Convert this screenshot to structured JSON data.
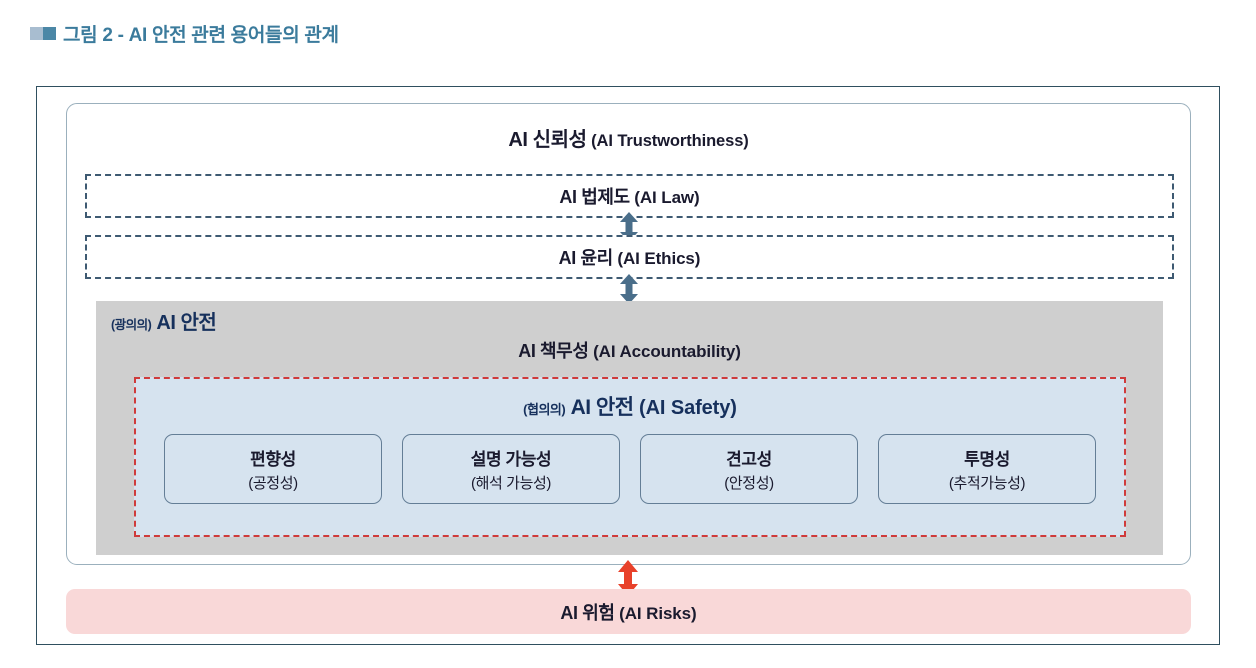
{
  "caption": {
    "marker_light_color": "#a8bdd0",
    "marker_dark_color": "#4b87a6",
    "text": "그림 2 - AI 안전 관련 용어들의 관계",
    "text_color": "#3b7b9c"
  },
  "diagram": {
    "trustworthiness": {
      "ko": "AI 신뢰성",
      "en": "(AI Trustworthiness)"
    },
    "law": {
      "ko": "AI 법제도",
      "en": "(AI Law)"
    },
    "ethics": {
      "ko": "AI 윤리",
      "en": "(AI Ethics)"
    },
    "broad_safety": {
      "qualifier": "(광의의)",
      "ko": "AI 안전",
      "fill_color": "#cfcfcf"
    },
    "accountability": {
      "ko": "AI 책무성",
      "en": "(AI Accountability)"
    },
    "narrow_safety": {
      "qualifier": "(협의의)",
      "ko": "AI 안전",
      "en": "(AI Safety)",
      "fill_color": "#d6e3ef",
      "border_color": "#cf3b3b"
    },
    "attributes": [
      {
        "main": "편향성",
        "sub": "(공정성)"
      },
      {
        "main": "설명 가능성",
        "sub": "(해석 가능성)"
      },
      {
        "main": "견고성",
        "sub": "(안정성)"
      },
      {
        "main": "투명성",
        "sub": "(추적가능성)"
      }
    ],
    "risks": {
      "ko": "AI 위험",
      "en": "(AI Risks)",
      "fill_color": "#f9d8d8"
    },
    "arrows": {
      "blue_color": "#4a6e8a",
      "red_color": "#e8412a"
    }
  }
}
